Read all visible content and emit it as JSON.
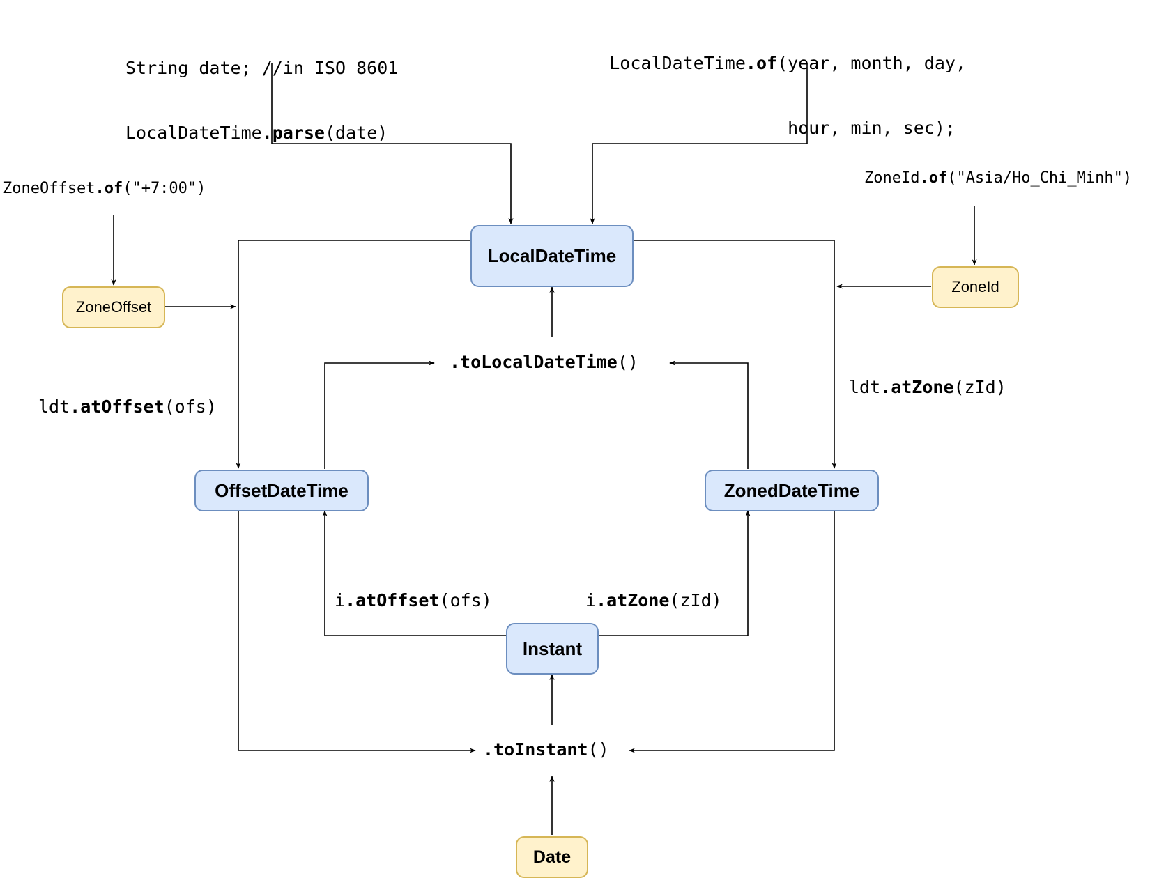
{
  "nodes": {
    "local_date_time": "LocalDateTime",
    "offset_date_time": "OffsetDateTime",
    "zoned_date_time": "ZonedDateTime",
    "instant": "Instant",
    "zone_offset": "ZoneOffset",
    "zone_id": "ZoneId",
    "date": "Date"
  },
  "labels": {
    "parse_line1": "String date; //in ISO 8601",
    "parse_line2_pre": "LocalDateTime",
    "parse_line2_method": ".parse",
    "parse_line2_post": "(date)",
    "of_line1_pre": "LocalDateTime",
    "of_line1_method": ".of",
    "of_line1_post": "(year, month, day,",
    "of_line2": "hour, min, sec);",
    "zone_offset_pre": "ZoneOffset",
    "zone_offset_method": ".of",
    "zone_offset_post": "(\"+7:00\")",
    "zone_id_pre": "ZoneId",
    "zone_id_method": ".of",
    "zone_id_post": "(\"Asia/Ho_Chi_Minh\")",
    "to_local_method": ".toLocalDateTime",
    "to_local_post": "()",
    "ldt_at_offset_pre": "ldt",
    "ldt_at_offset_method": ".atOffset",
    "ldt_at_offset_post": "(ofs)",
    "ldt_at_zone_pre": "ldt",
    "ldt_at_zone_method": ".atZone",
    "ldt_at_zone_post": "(zId)",
    "i_at_offset_pre": "i",
    "i_at_offset_method": ".atOffset",
    "i_at_offset_post": "(ofs)",
    "i_at_zone_pre": "i",
    "i_at_zone_method": ".atZone",
    "i_at_zone_post": "(zId)",
    "to_instant_method": ".toInstant",
    "to_instant_post": "()"
  },
  "colors": {
    "class_fill": "#dae8fc",
    "class_stroke": "#6c8ebf",
    "input_fill": "#fff2cc",
    "input_stroke": "#d6b656",
    "edge": "#000000"
  }
}
